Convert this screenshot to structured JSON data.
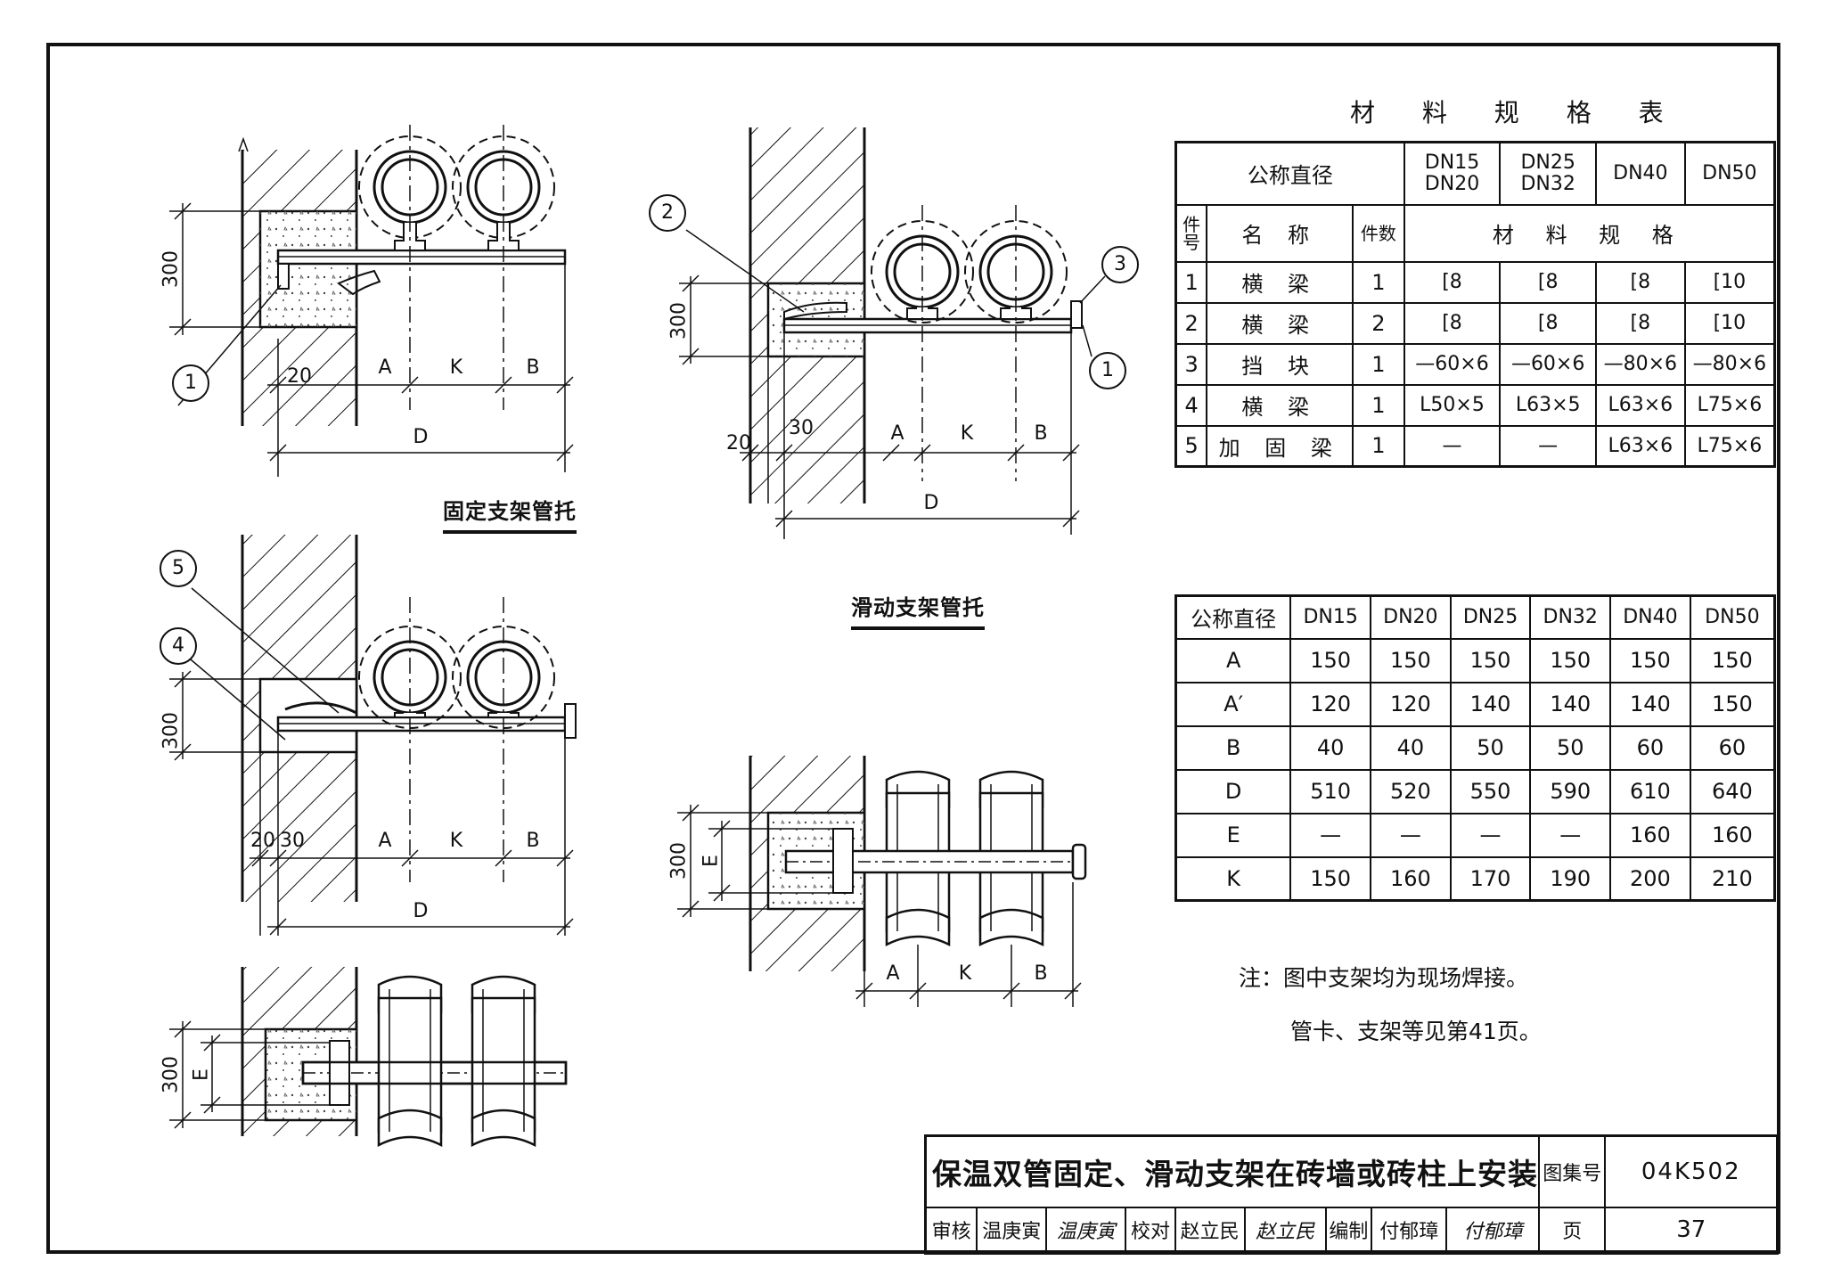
{
  "diagram_labels": {
    "dim_300": "300",
    "dim_20": "20",
    "dim_30": "30",
    "dim_A": "A",
    "dim_K": "K",
    "dim_B": "B",
    "dim_D": "D",
    "dim_E": "E",
    "callout_1": "1",
    "callout_2": "2",
    "callout_3": "3",
    "callout_4": "4",
    "callout_5": "5"
  },
  "captions": {
    "fixed": "固定支架管托",
    "sliding": "滑动支架管托"
  },
  "materials_table": {
    "title": "材 料 规 格 表",
    "nominal_diameter": "公称直径",
    "size_cols": [
      "DN15\nDN20",
      "DN25\nDN32",
      "DN40",
      "DN50"
    ],
    "col_no": "件号",
    "col_name": "名 称",
    "col_qty": "件数",
    "spec_header": "材 料 规 格",
    "rows": [
      {
        "no": "1",
        "name": "横 梁",
        "qty": "1",
        "specs": [
          "[8",
          "[8",
          "[8",
          "[10"
        ]
      },
      {
        "no": "2",
        "name": "横 梁",
        "qty": "2",
        "specs": [
          "[8",
          "[8",
          "[8",
          "[10"
        ]
      },
      {
        "no": "3",
        "name": "挡 块",
        "qty": "1",
        "specs": [
          "—60×6",
          "—60×6",
          "—80×6",
          "—80×6"
        ]
      },
      {
        "no": "4",
        "name": "横 梁",
        "qty": "1",
        "specs": [
          "L50×5",
          "L63×5",
          "L63×6",
          "L75×6"
        ]
      },
      {
        "no": "5",
        "name": "加 固 梁",
        "qty": "1",
        "specs": [
          "—",
          "—",
          "L63×6",
          "L75×6"
        ]
      }
    ]
  },
  "dimension_table": {
    "header": [
      "公称直径",
      "DN15",
      "DN20",
      "DN25",
      "DN32",
      "DN40",
      "DN50"
    ],
    "rows": [
      [
        "A",
        "150",
        "150",
        "150",
        "150",
        "150",
        "150"
      ],
      [
        "A′",
        "120",
        "120",
        "140",
        "140",
        "140",
        "150"
      ],
      [
        "B",
        "40",
        "40",
        "50",
        "50",
        "60",
        "60"
      ],
      [
        "D",
        "510",
        "520",
        "550",
        "590",
        "610",
        "640"
      ],
      [
        "E",
        "—",
        "—",
        "—",
        "—",
        "160",
        "160"
      ],
      [
        "K",
        "150",
        "160",
        "170",
        "190",
        "200",
        "210"
      ]
    ]
  },
  "notes": {
    "line1": "注：图中支架均为现场焊接。",
    "line2": "管卡、支架等见第41页。"
  },
  "title_block": {
    "title": "保温双管固定、滑动支架在砖墙或砖柱上安装",
    "atlas_label": "图集号",
    "atlas_no": "04K502",
    "review_label": "审核",
    "reviewer": "温庚寅",
    "reviewer_sig": "温庚寅",
    "check_label": "校对",
    "checker": "赵立民",
    "checker_sig": "赵立民",
    "draw_label": "编制",
    "drafter": "付郁璋",
    "drafter_sig": "付郁璋",
    "page_label": "页",
    "page_no": "37"
  }
}
